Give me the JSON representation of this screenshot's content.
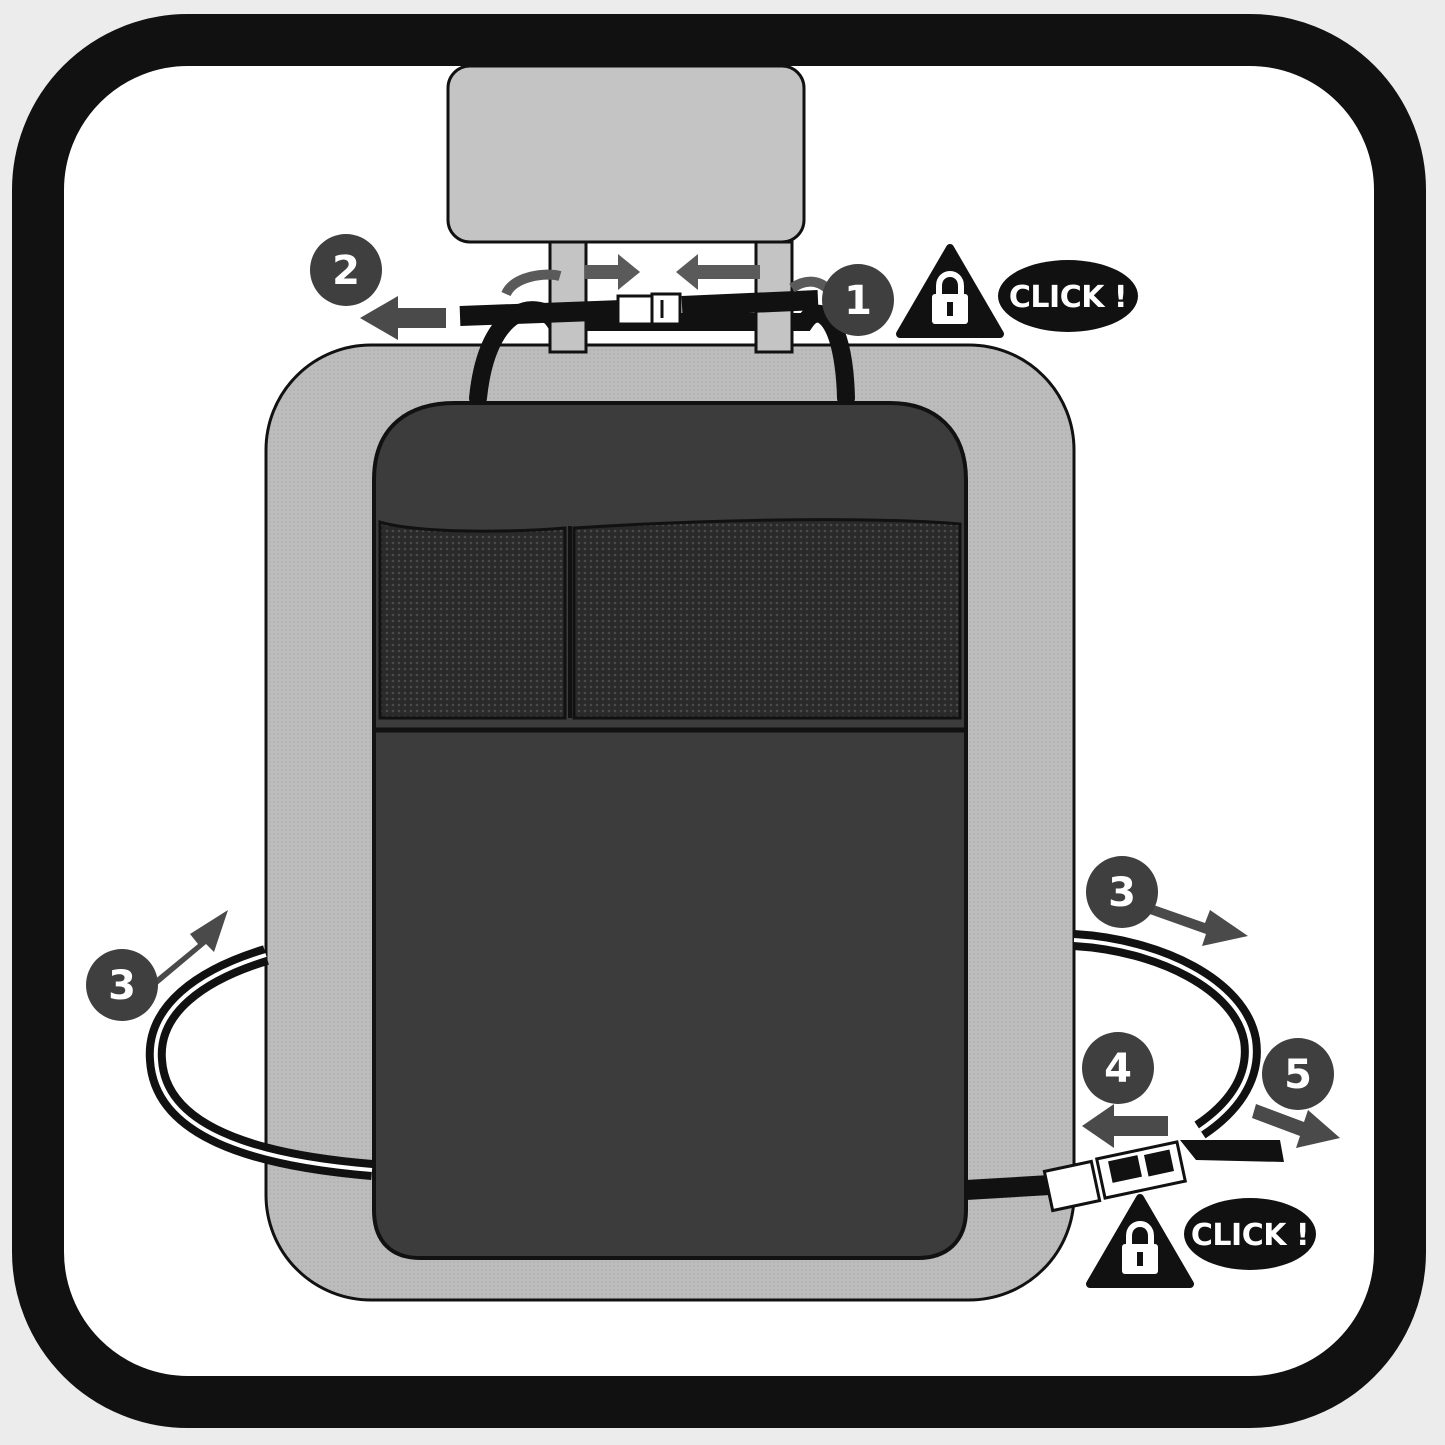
{
  "steps": {
    "step1": "1",
    "step2": "2",
    "step3_left": "3",
    "step3_right": "3",
    "step4": "4",
    "step5": "5"
  },
  "click_labels": {
    "top": "CLICK !",
    "bottom": "CLICK !"
  },
  "icons": [
    "lock-warning-icon",
    "arrow-icon",
    "buckle-icon"
  ],
  "colors": {
    "background": "#ececec",
    "panel": "#ffffff",
    "frame": "#111111",
    "seat": "#bdbdbd",
    "headrest": "#c4c4c4",
    "organizer": "#3c3c3c",
    "mesh": "#2e2e2e",
    "badge": "#3f3f3f",
    "arrow": "#4a4a4a"
  }
}
